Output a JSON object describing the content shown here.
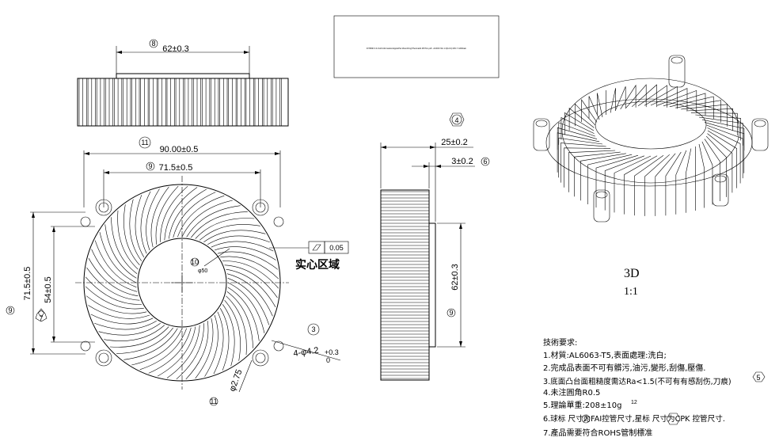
{
  "top_view": {
    "dim_width": "62±0.3",
    "balloon": "8"
  },
  "plan_view": {
    "dim_outer": "90.00±0.5",
    "dim_outer_balloon": "11",
    "dim_hole_pitch": "71.5±0.5",
    "dim_hole_pitch_balloon": "9",
    "dim_vertical_pitch": "71.5±0.5",
    "dim_vertical_pitch_balloon": "9",
    "dim_inner_height": "54±0.5",
    "dim_inner_balloon": "7",
    "hole_callout": "4-φ4.2",
    "hole_tol_upper": "+0.3",
    "hole_tol_lower": "0",
    "hole_balloon": "3",
    "fillet": "φ2.75",
    "bottom_balloon": "11",
    "center_balloon": "10",
    "center_label": "φ50",
    "flatness_value": "0.05",
    "solid_area_label": "实心区域"
  },
  "side_view": {
    "balloon_top": "4",
    "dim_height": "25±0.2",
    "dim_step": "3±0.2",
    "dim_step_balloon": "6",
    "dim_body": "62±0.3",
    "dim_body_balloon": "9"
  },
  "title_box": {
    "text": "D:\\5590 0.4.1\\All Information\\ApplePie Moonthing\\Thermal\\4.36\\Trm.pdf - AUDIO 9G 1.0(12.0) MCI 7.ADDrain"
  },
  "iso_view": {
    "label": "3D",
    "scale": "1:1"
  },
  "notes": {
    "title": "技術要求:",
    "items": [
      "1.材質:AL6063-T5,表面處理:洗白;",
      "2.完成品表面不可有髒污,油污,變形,刮傷,壓傷.",
      "3.底面凸台面粗糙度需达Ra<1.5(不可有有感刮伤,刀痕)",
      "4.未注圓角R0.5",
      "5.理論單重:208±10g",
      "6.球标      尺寸为FAI控管尺寸,星标      尺寸为CPK 控管尺寸.",
      "7.產品需要符合ROHS管制標准"
    ],
    "note3_balloon": "5",
    "note5_balloon": "12",
    "note6_balloon": "10"
  }
}
